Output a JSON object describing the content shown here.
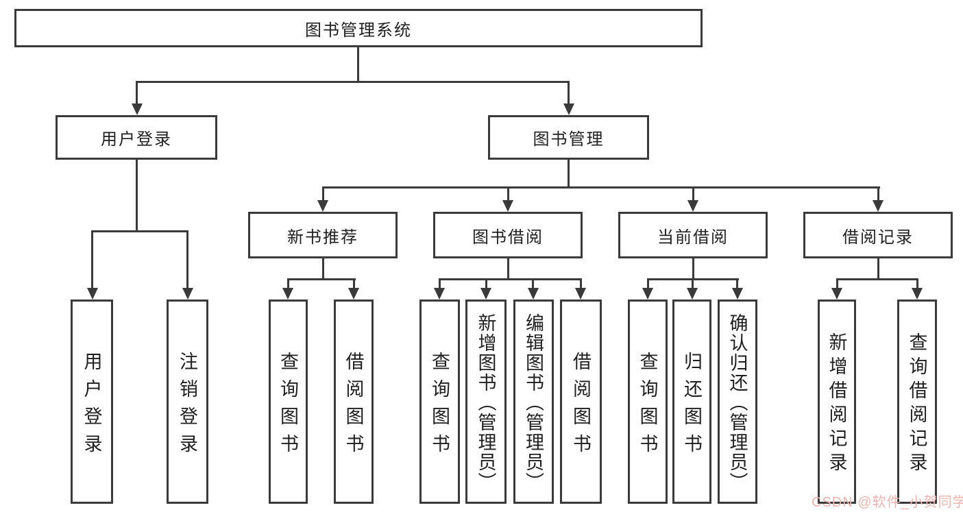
{
  "colors": {
    "line": "#3a3a3a",
    "text": "#1f1f1f",
    "bg": "#ffffff",
    "wm": "#f1b3ae"
  },
  "tree": {
    "label": "图书管理系统",
    "children": [
      {
        "label": "用户登录",
        "children": [
          {
            "label": "用户登录"
          },
          {
            "label": "注销登录"
          }
        ]
      },
      {
        "label": "图书管理",
        "children": [
          {
            "label": "新书推荐",
            "children": [
              {
                "label": "查询图书"
              },
              {
                "label": "借阅图书"
              }
            ]
          },
          {
            "label": "图书借阅",
            "children": [
              {
                "label": "查询图书"
              },
              {
                "label": "新增图书（管理员）"
              },
              {
                "label": "编辑图书（管理员）"
              },
              {
                "label": "借阅图书"
              }
            ]
          },
          {
            "label": "当前借阅",
            "children": [
              {
                "label": "查询图书"
              },
              {
                "label": "归还图书"
              },
              {
                "label": "确认归还（管理员）"
              }
            ]
          },
          {
            "label": "借阅记录",
            "children": [
              {
                "label": "新增借阅记录"
              },
              {
                "label": "查询借阅记录"
              }
            ]
          }
        ]
      }
    ]
  },
  "watermark": {
    "text": "CSDN @软件_小贺同学"
  }
}
